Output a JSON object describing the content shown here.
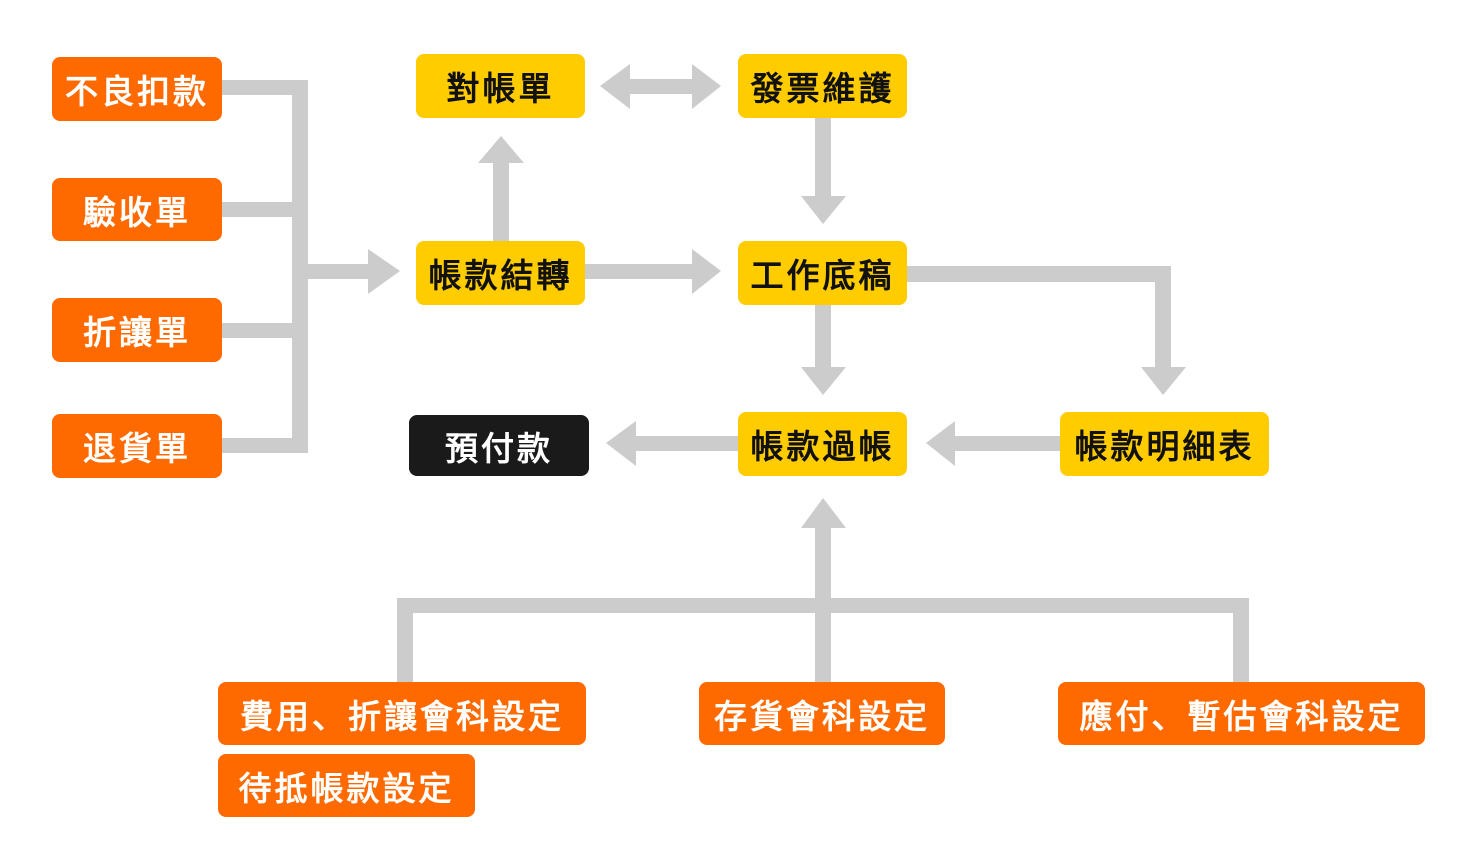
{
  "colors": {
    "source": "#ff6a00",
    "process": "#ffcc00",
    "terminal": "#1a1a1a",
    "connector": "#cccccc"
  },
  "sources": {
    "bad_deduction": "不良扣款",
    "receiving": "驗收單",
    "discount": "折讓單",
    "return": "退貨單"
  },
  "process": {
    "reconciliation": "對帳單",
    "invoice_maintenance": "發票維護",
    "ap_transfer": "帳款結轉",
    "worksheet": "工作底稿",
    "ap_posting": "帳款過帳",
    "ap_detail": "帳款明細表"
  },
  "terminal": {
    "prepayment": "預付款"
  },
  "settings": {
    "expense_discount": "費用、折讓會科設定",
    "pending_offset": "待抵帳款設定",
    "inventory": "存貨會科設定",
    "payable_estimate": "應付、暫估會科設定"
  }
}
